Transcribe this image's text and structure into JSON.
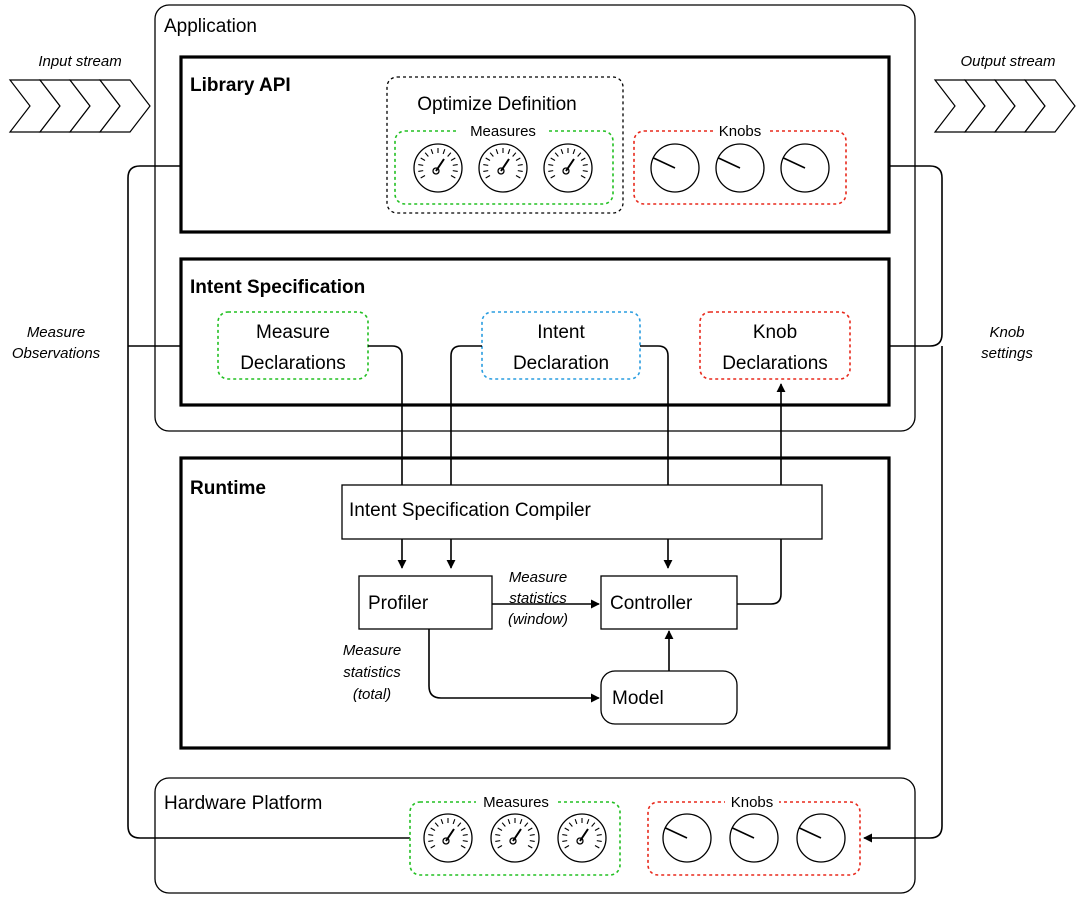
{
  "streams": {
    "input": "Input stream",
    "output": "Output stream"
  },
  "application": {
    "title": "Application"
  },
  "library_api": {
    "title": "Library API",
    "optimize_definition": "Optimize Definition",
    "measures_label": "Measures",
    "knobs_label": "Knobs",
    "measure_count": 3,
    "knob_count": 3
  },
  "intent_spec": {
    "title": "Intent Specification",
    "measure_decl": [
      "Measure",
      "Declarations"
    ],
    "intent_decl": [
      "Intent",
      "Declaration"
    ],
    "knob_decl": [
      "Knob",
      "Declarations"
    ]
  },
  "side_labels": {
    "measure_observations": [
      "Measure",
      "Observations"
    ],
    "knob_settings": [
      "Knob",
      "settings"
    ]
  },
  "runtime": {
    "title": "Runtime",
    "compiler": "Intent Specification Compiler",
    "profiler": "Profiler",
    "controller": "Controller",
    "model": "Model",
    "window_stats": [
      "Measure",
      "statistics",
      "(window)"
    ],
    "total_stats": [
      "Measure",
      "statistics",
      "(total)"
    ]
  },
  "hardware": {
    "title": "Hardware Platform",
    "measures_label": "Measures",
    "knobs_label": "Knobs",
    "measure_count": 3,
    "knob_count": 3
  },
  "colors": {
    "measures": "#22c022",
    "knobs": "#e8291c",
    "intent": "#2a9de0",
    "line": "#000000"
  }
}
